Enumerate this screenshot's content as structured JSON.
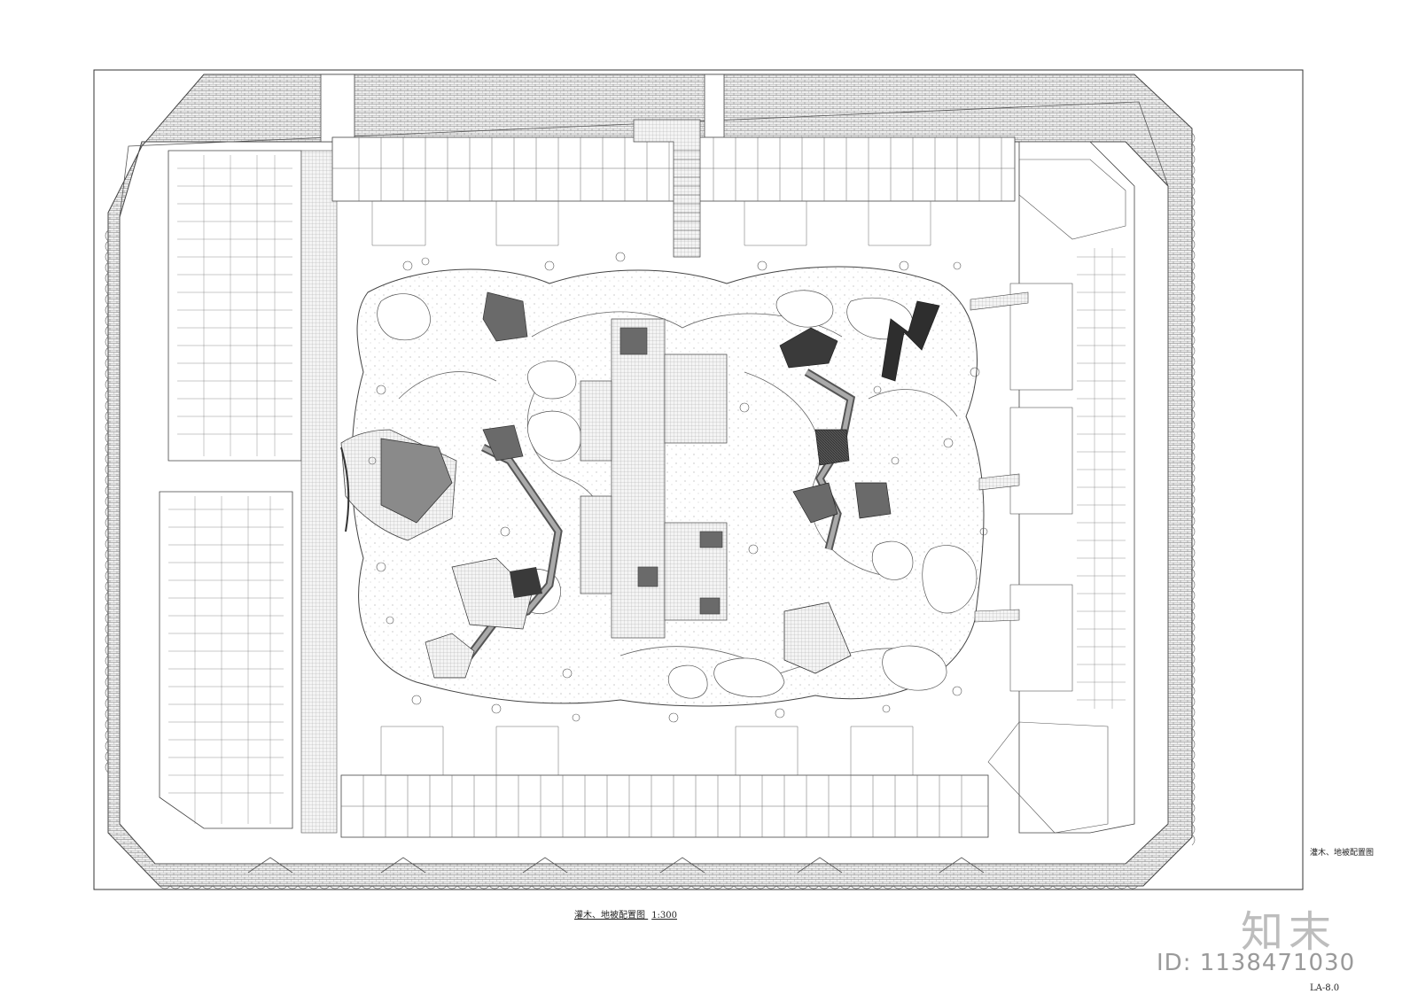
{
  "drawing": {
    "title": "灌木、地被配置图",
    "scale": "1:300",
    "sheet_no": "LA-8.0",
    "side_note": "灌木、地被配置图"
  },
  "watermark": {
    "brand": "知末",
    "id_text": "ID: 1138471030"
  },
  "colors": {
    "line": "#333333",
    "hatch": "#666666",
    "dark_fill": "#3a3a3a",
    "mid_fill": "#8a8a8a",
    "paving": "#e6e6e6"
  }
}
